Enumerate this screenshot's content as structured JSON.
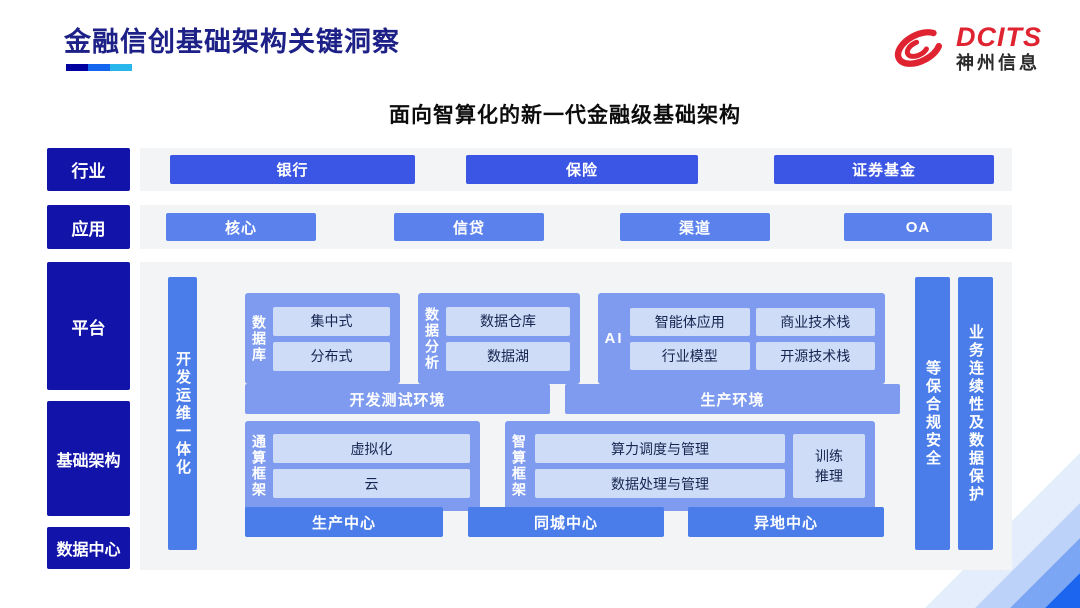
{
  "header": {
    "title": "金融信创基础架构关键洞察",
    "logo": {
      "brand": "DCITS",
      "subbrand": "神州信息"
    }
  },
  "subtitle": "面向智算化的新一代金融级基础架构",
  "row_labels": [
    "行业",
    "应用",
    "平台",
    "基础架构",
    "数据中心"
  ],
  "industry": [
    "银行",
    "保险",
    "证券基金"
  ],
  "applications": [
    "核心",
    "信贷",
    "渠道",
    "OA"
  ],
  "platform": {
    "left_bar": "开发运维一体化",
    "right_bars": [
      "等保合规安全",
      "业务连续性及数据保护"
    ],
    "groups": [
      {
        "label": "数据库",
        "items": [
          "集中式",
          "分布式"
        ]
      },
      {
        "label": "数据分析",
        "items": [
          "数据仓库",
          "数据湖"
        ]
      },
      {
        "label": "AI",
        "items": [
          "智能体应用",
          "商业技术栈",
          "行业模型",
          "开源技术栈"
        ]
      }
    ],
    "environments": [
      "开发测试环境",
      "生产环境"
    ],
    "frameworks": [
      {
        "label": "通算框架",
        "items": [
          "虚拟化",
          "云"
        ]
      },
      {
        "label": "智算框架",
        "items": [
          "算力调度与管理",
          "数据处理与管理"
        ],
        "side_item": "训练推理"
      }
    ],
    "centers": [
      "生产中心",
      "同城中心",
      "异地中心"
    ]
  },
  "colors": {
    "title_navy": "#1d2086",
    "rail_deep_blue": "#1213a8",
    "industry_blue": "#3b55e5",
    "application_blue": "#5b82ec",
    "bar_blue": "#4a7de9",
    "group_blue": "#7e9bef",
    "chip_blue": "#cedcf8",
    "strip_gray": "#f3f4f6",
    "logo_red": "#e02330",
    "underline": [
      "#0000a0",
      "#1466ee",
      "#29b6ea"
    ],
    "corner_bands": [
      "#e4edfc",
      "#bcd2f8",
      "#7aa6f3",
      "#1c66ef"
    ]
  }
}
